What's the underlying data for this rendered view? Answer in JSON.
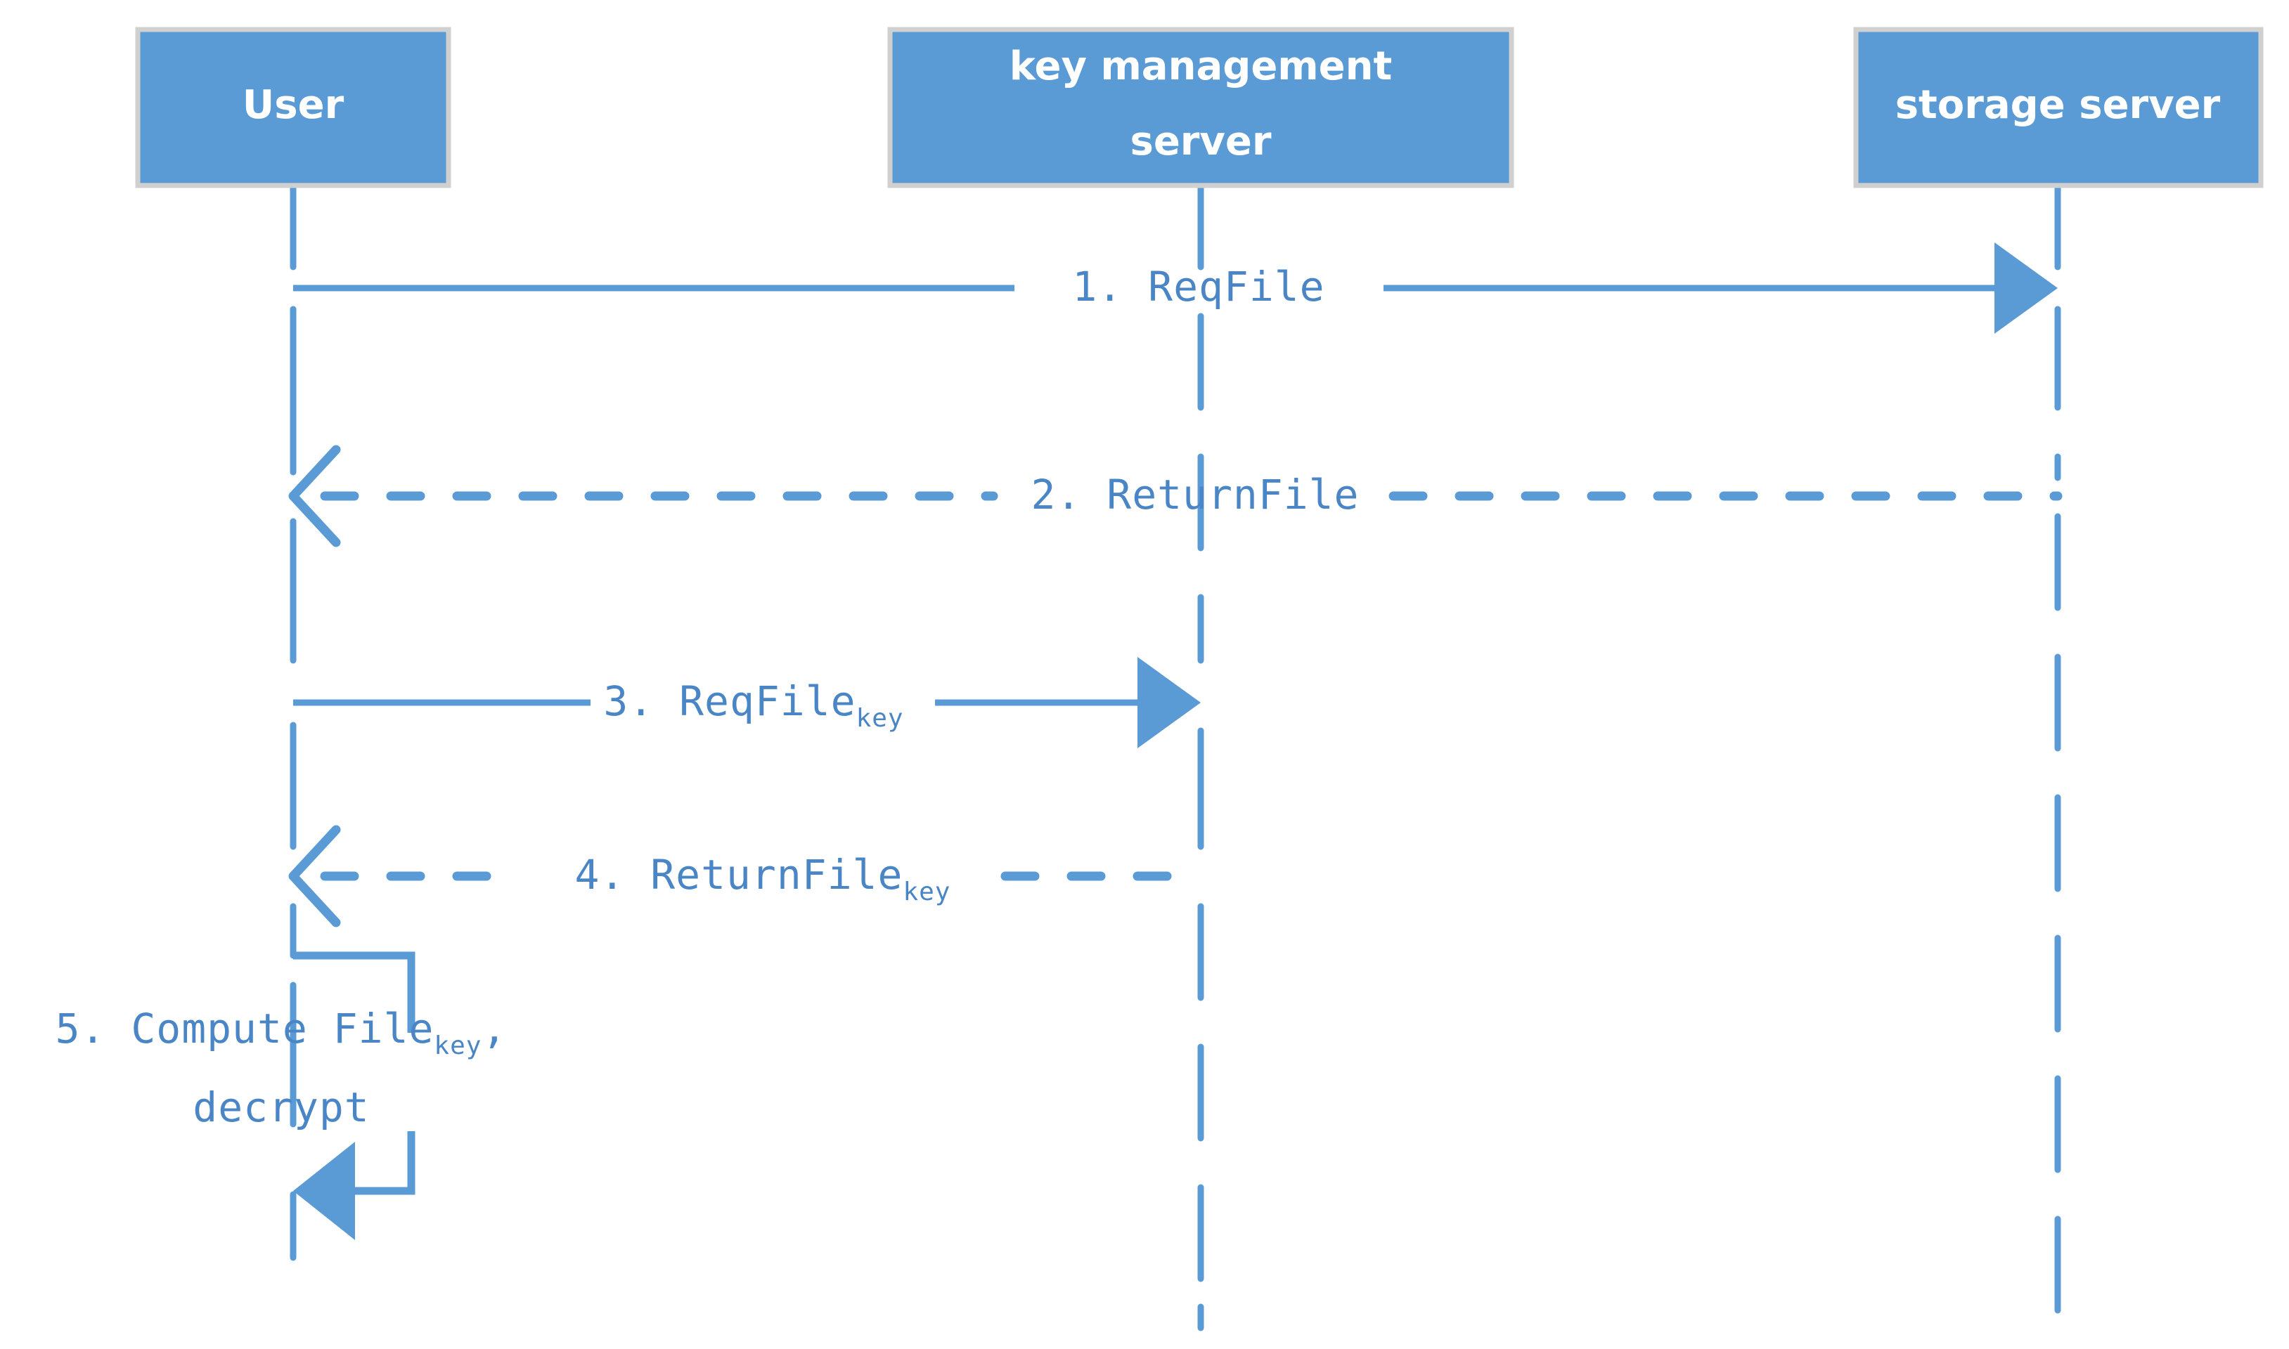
{
  "diagram": {
    "type": "sequence-diagram",
    "title": "",
    "colors": {
      "actor_fill": "#5B9BD5",
      "actor_border": "#d0d0d0",
      "actor_text": "#ffffff",
      "line": "#5B9BD5",
      "message_text": "#4A86C5",
      "background": "#ffffff"
    },
    "actors": [
      {
        "id": "user",
        "label": "User"
      },
      {
        "id": "kms",
        "label": "key management\nserver",
        "line1": "key management",
        "line2": "server"
      },
      {
        "id": "storage",
        "label": "storage server"
      }
    ],
    "messages": [
      {
        "seq": "1.",
        "label": "1. ReqFile",
        "base": "1. ReqFile",
        "subscript": "",
        "from": "user",
        "to": "storage",
        "style": "solid",
        "arrowhead": "filled",
        "direction": "right"
      },
      {
        "seq": "2.",
        "label": "2. ReturnFile",
        "base": "2. ReturnFile",
        "subscript": "",
        "from": "storage",
        "to": "user",
        "style": "dashed",
        "arrowhead": "open",
        "direction": "left"
      },
      {
        "seq": "3.",
        "label": "3. ReqFilekey",
        "base": "3. ReqFile",
        "subscript": "key",
        "from": "user",
        "to": "kms",
        "style": "solid",
        "arrowhead": "filled",
        "direction": "right"
      },
      {
        "seq": "4.",
        "label": "4. ReturnFilekey",
        "base": "4. ReturnFile",
        "subscript": "key",
        "from": "kms",
        "to": "user",
        "style": "dashed",
        "arrowhead": "open",
        "direction": "left"
      },
      {
        "seq": "5.",
        "label": "5. Compute Filekey, decrypt",
        "base": "5. Compute File",
        "subscript": "key",
        "suffix": ",",
        "line2": "decrypt",
        "from": "user",
        "to": "user",
        "style": "self-call",
        "arrowhead": "filled",
        "direction": "left"
      }
    ]
  }
}
